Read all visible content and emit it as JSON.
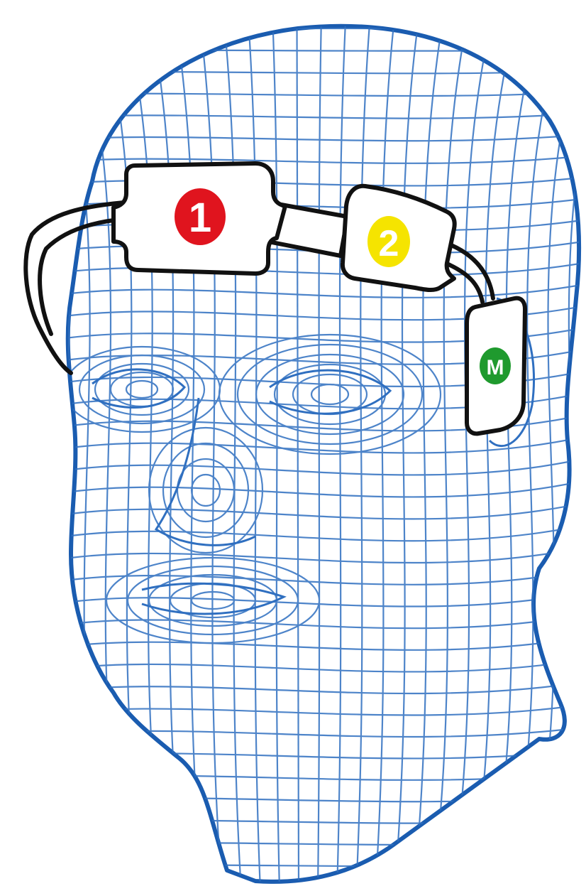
{
  "colors": {
    "background": "#ffffff",
    "mesh": "#2f6fc0",
    "outline": "#1a5cb0",
    "glasses_stroke": "#111111",
    "glasses_fill": "#ffffff",
    "marker_1": "#e0141e",
    "marker_2": "#f5e400",
    "marker_3": "#1f9a2e"
  },
  "markers": [
    {
      "label": "1"
    },
    {
      "label": "2"
    },
    {
      "label": "M"
    }
  ]
}
